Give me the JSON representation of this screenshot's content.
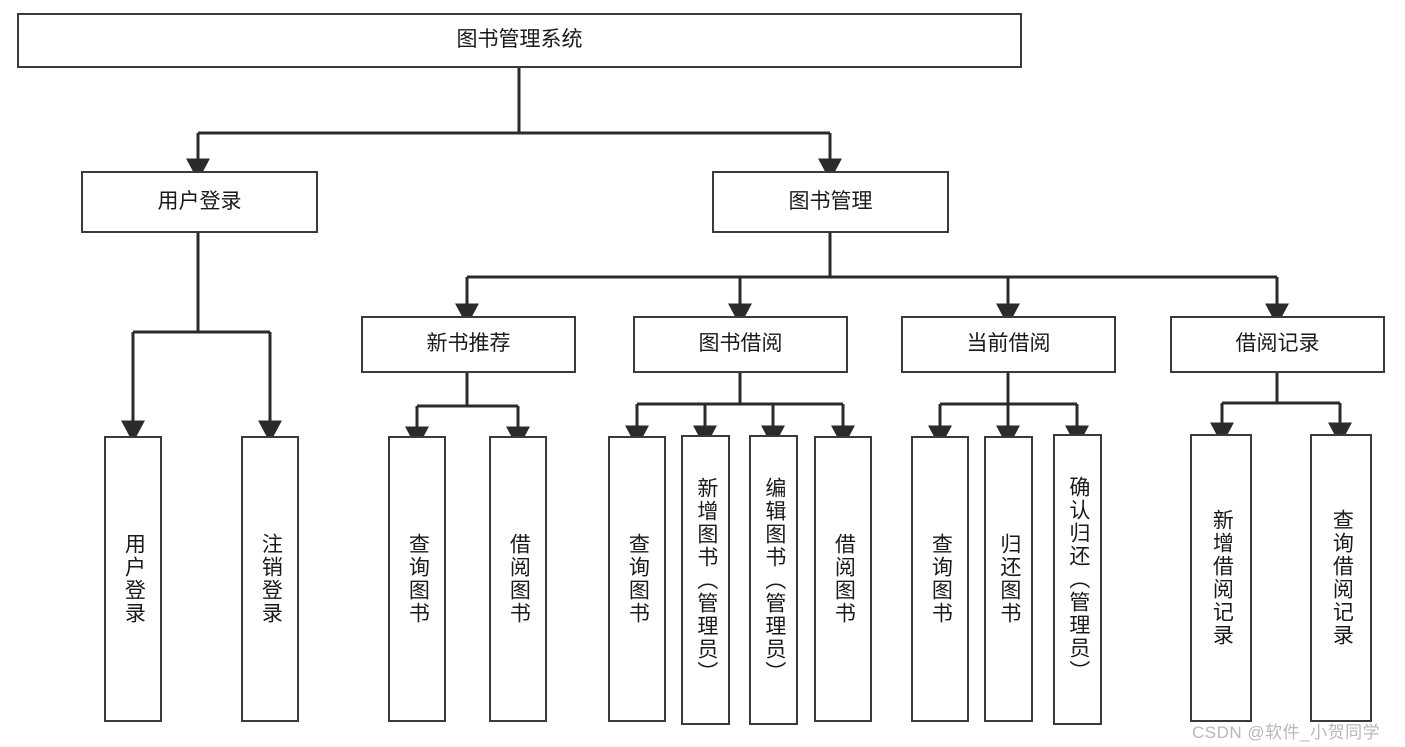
{
  "diagram": {
    "title": "图书管理系统",
    "type": "hierarchy-tree",
    "root": {
      "label": "图书管理系统"
    },
    "level2": [
      {
        "key": "user-login",
        "label": "用户登录"
      },
      {
        "key": "book-management",
        "label": "图书管理"
      }
    ],
    "level3": [
      {
        "key": "new-book-recommend",
        "label": "新书推荐",
        "parent": "book-management"
      },
      {
        "key": "book-borrow",
        "label": "图书借阅",
        "parent": "book-management"
      },
      {
        "key": "current-borrow",
        "label": "当前借阅",
        "parent": "book-management"
      },
      {
        "key": "borrow-record",
        "label": "借阅记录",
        "parent": "book-management"
      }
    ],
    "leaves": [
      {
        "key": "leaf-user-login",
        "label": "用户登录",
        "parent": "user-login"
      },
      {
        "key": "leaf-logout-login",
        "label": "注销登录",
        "parent": "user-login"
      },
      {
        "key": "leaf-query-book-1",
        "label": "查询图书",
        "parent": "new-book-recommend"
      },
      {
        "key": "leaf-borrow-book-1",
        "label": "借阅图书",
        "parent": "new-book-recommend"
      },
      {
        "key": "leaf-query-book-2",
        "label": "查询图书",
        "parent": "book-borrow"
      },
      {
        "key": "leaf-add-book",
        "label": "新增图书（管理员）",
        "parent": "book-borrow"
      },
      {
        "key": "leaf-edit-book",
        "label": "编辑图书（管理员）",
        "parent": "book-borrow"
      },
      {
        "key": "leaf-borrow-book-2",
        "label": "借阅图书",
        "parent": "book-borrow"
      },
      {
        "key": "leaf-query-book-3",
        "label": "查询图书",
        "parent": "current-borrow"
      },
      {
        "key": "leaf-return-book",
        "label": "归还图书",
        "parent": "current-borrow"
      },
      {
        "key": "leaf-confirm-return",
        "label": "确认归还（管理员）",
        "parent": "current-borrow"
      },
      {
        "key": "leaf-add-borrow-record",
        "label": "新增借阅记录",
        "parent": "borrow-record"
      },
      {
        "key": "leaf-query-borrow-record",
        "label": "查询借阅记录",
        "parent": "borrow-record"
      }
    ],
    "colors": {
      "border": "#3a3a3a",
      "background": "#ffffff",
      "text": "#1a1a1a",
      "edge": "#2b2b2b",
      "watermark": "#b8b8b8"
    }
  },
  "watermark": {
    "text": "CSDN @软件_小贺同学"
  }
}
